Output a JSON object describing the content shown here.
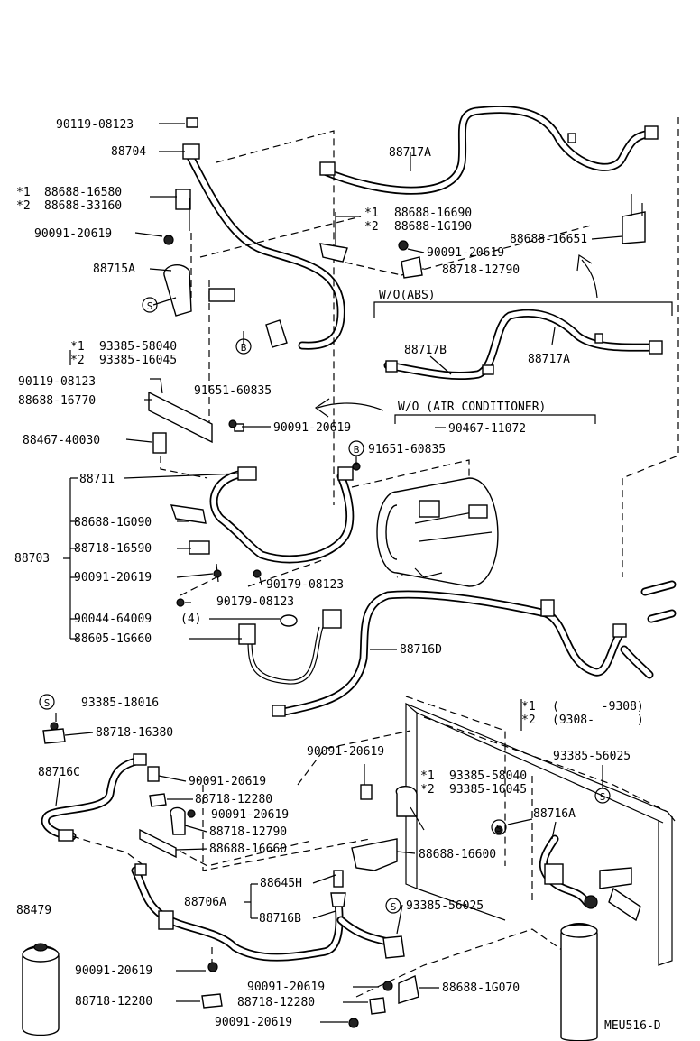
{
  "diagram": {
    "code": "MEU516-D",
    "parts": {
      "p_90119_top": "90119-08123",
      "p_88704": "88704",
      "p_88688_16580": "88688-16580",
      "p_88688_33160": "88688-33160",
      "p_90091_a": "90091-20619",
      "p_88715A": "88715A",
      "p_93385_58040": "93385-58040",
      "p_93385_16045": "93385-16045",
      "p_90119_mid": "90119-08123",
      "p_88688_16770": "88688-16770",
      "p_88467_40030": "88467-40030",
      "p_88703": "88703",
      "p_88711": "88711",
      "p_88688_1G090": "88688-1G090",
      "p_88718_16590": "88718-16590",
      "p_90091_b": "90091-20619",
      "p_90179_a": "90179-08123",
      "p_90044_64009": "90044-64009",
      "p_90044_qty": "(4)",
      "p_88605_1G660": "88605-1G660",
      "p_88717A_top": "88717A",
      "p_88688_16690": "88688-16690",
      "p_88688_1G190": "88688-1G190",
      "p_88688_16651": "88688-16651",
      "p_90091_c": "90091-20619",
      "p_88718_12790_a": "88718-12790",
      "p_wo_abs": "W/O(ABS)",
      "p_88717B": "88717B",
      "p_88717A_mid": "88717A",
      "p_91651_a": "91651-60835",
      "p_wo_ac": "W/O (AIR CONDITIONER)",
      "p_90091_d": "90091-20619",
      "p_90467_11072": "90467-11072",
      "p_91651_b": "91651-60835",
      "p_90179_b": "90179-08123",
      "p_88716D": "88716D",
      "p_93385_18016": "93385-18016",
      "p_88718_16380": "88718-16380",
      "p_88716C": "88716C",
      "p_90091_e": "90091-20619",
      "p_88718_12280_a": "88718-12280",
      "p_90091_f": "90091-20619",
      "p_88718_12790_b": "88718-12790",
      "p_88688_16660": "88688-16660",
      "p_90091_g": "90091-20619",
      "p_93385_58040_b": "93385-58040",
      "p_93385_16045_b": "93385-16045",
      "p_88688_16600": "88688-16600",
      "p_93385_56025_a": "93385-56025",
      "p_88716A": "88716A",
      "p_88706A": "88706A",
      "p_88645H": "88645H",
      "p_88716B": "88716B",
      "p_93385_56025_b": "93385-56025",
      "p_88479": "88479",
      "p_90091_h": "90091-20619",
      "p_88718_12280_b": "88718-12280",
      "p_90091_i": "90091-20619",
      "p_88718_12280_c": "88718-12280",
      "p_88688_1G070": "88688-1G070",
      "p_90091_j": "90091-20619"
    },
    "marks": {
      "star1": "*1",
      "star2": "*2",
      "circle_s": "S",
      "circle_b": "B"
    },
    "legend": {
      "row1_mark": "*1",
      "row1_text": "(      -9308)",
      "row2_mark": "*2",
      "row2_text": "(9308-      )"
    }
  }
}
